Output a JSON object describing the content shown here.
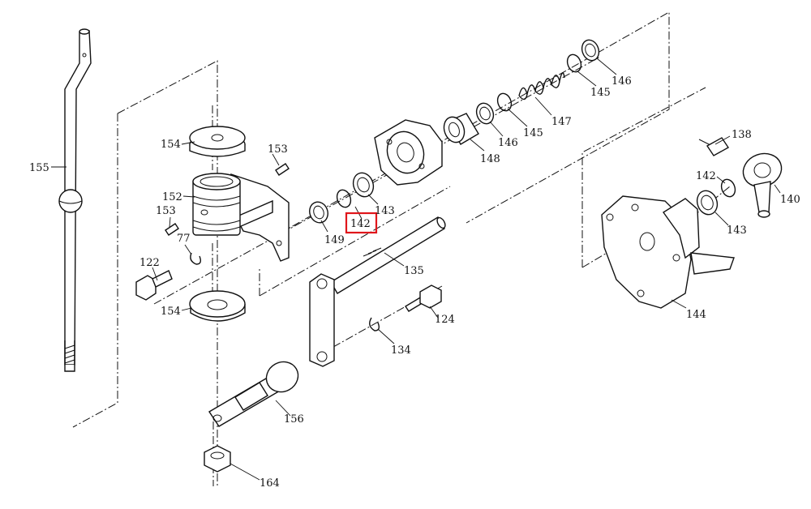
{
  "colors": {
    "highlight": "#e0161b",
    "ink": "#111111",
    "background": "#ffffff"
  },
  "labels": {
    "p155": "155",
    "p154_top": "154",
    "p153_top": "153",
    "p152": "152",
    "p153_left": "153",
    "p77": "77",
    "p122": "122",
    "p154_bottom": "154",
    "p149": "149",
    "p142_highlighted": "142",
    "p143_left": "143",
    "p148": "148",
    "p146_mid": "146",
    "p145_mid": "145",
    "p147": "147",
    "p145_top": "145",
    "p146_top": "146",
    "p135": "135",
    "p124": "124",
    "p134": "134",
    "p156": "156",
    "p164": "164",
    "p138": "138",
    "p142_right": "142",
    "p140": "140",
    "p143_right": "143",
    "p144": "144"
  }
}
